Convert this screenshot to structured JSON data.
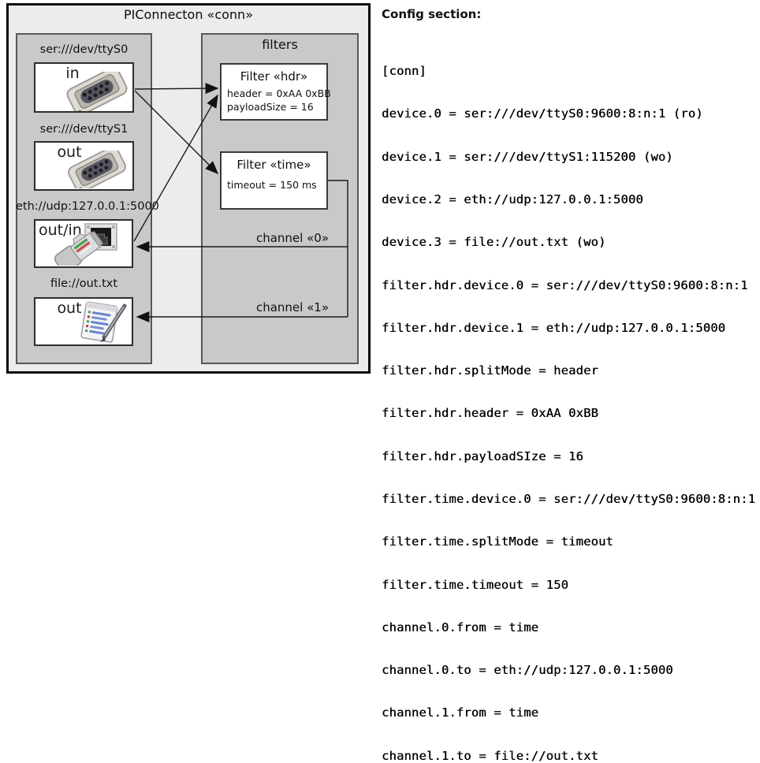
{
  "diagram": {
    "title": "PIConnecton «conn»",
    "filters_group_title": "filters",
    "devices": [
      {
        "uri": "ser:///dev/ttyS0",
        "direction": "in",
        "icon": "serial-connector-icon"
      },
      {
        "uri": "ser:///dev/ttyS1",
        "direction": "out",
        "icon": "serial-connector-icon"
      },
      {
        "uri": "eth://udp:127.0.0.1:5000",
        "direction": "out/in",
        "icon": "ethernet-jack-and-plug-icon"
      },
      {
        "uri": "file://out.txt",
        "direction": "out",
        "icon": "notepad-pen-icon"
      }
    ],
    "filters": [
      {
        "title": "Filter «hdr»",
        "attributes": [
          "header = 0xAA 0xBB",
          "payloadSize = 16"
        ]
      },
      {
        "title": "Filter «time»",
        "attributes": [
          "timeout = 150 ms"
        ]
      }
    ],
    "channels": [
      {
        "label": "channel «0»"
      },
      {
        "label": "channel «1»"
      }
    ],
    "connections": [
      {
        "from": "ser:///dev/ttyS0",
        "to": "Filter «hdr»"
      },
      {
        "from": "ser:///dev/ttyS0",
        "to": "Filter «time»"
      },
      {
        "from": "eth://udp:127.0.0.1:5000",
        "to": "Filter «hdr»"
      },
      {
        "from": "Filter «time»",
        "to": "eth://udp:127.0.0.1:5000",
        "label": "channel «0»"
      },
      {
        "from": "Filter «time»",
        "to": "file://out.txt",
        "label": "channel «1»"
      }
    ],
    "colors": {
      "outer_fill": "#ececec",
      "group_fill": "#c9c9c9",
      "box_fill": "#ffffff",
      "border_dark": "#0b0b0b",
      "group_border": "#56575b",
      "line_color": "#1a1a1a"
    }
  },
  "config": {
    "heading": "Config section:",
    "lines": [
      "[conn]",
      "device.0 = ser:///dev/ttyS0:9600:8:n:1 (ro)",
      "device.1 = ser:///dev/ttyS1:115200 (wo)",
      "device.2 = eth://udp:127.0.0.1:5000",
      "device.3 = file://out.txt (wo)",
      "filter.hdr.device.0 = ser:///dev/ttyS0:9600:8:n:1",
      "filter.hdr.device.1 = eth://udp:127.0.0.1:5000",
      "filter.hdr.splitMode = header",
      "filter.hdr.header = 0xAA 0xBB",
      "filter.hdr.payloadSIze = 16",
      "filter.time.device.0 = ser:///dev/ttyS0:9600:8:n:1",
      "filter.time.splitMode = timeout",
      "filter.time.timeout = 150",
      "channel.0.from = time",
      "channel.0.to = eth://udp:127.0.0.1:5000",
      "channel.1.from = time",
      "channel.1.to = file://out.txt"
    ]
  }
}
